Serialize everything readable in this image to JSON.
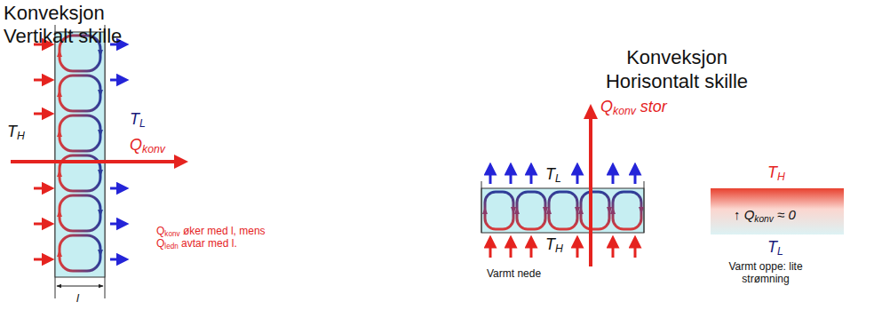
{
  "diagram": {
    "labels": [
      "Konveksjon",
      "Vertikalt skille",
      "TH",
      "TL",
      "Qkonv",
      "Qkonv øker med l, mens Qledn avtar med l.",
      "l",
      "Konveksjon",
      "Horisontalt skille",
      "Qkonv stor",
      "TL",
      "TH",
      "Varmt nede",
      "TH",
      "↑ Qkonv ≈ 0",
      "TL",
      "Varmt oppe: lite strømning"
    ]
  }
}
